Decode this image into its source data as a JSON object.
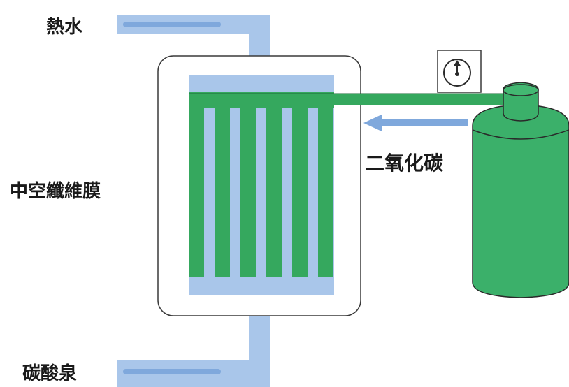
{
  "labels": {
    "hot_water": "熱水",
    "membrane": "中空纖維膜",
    "co2": "二氧化碳",
    "carbonated_spring": "碳酸泉"
  },
  "colors": {
    "pipe_blue": "#a9c6ea",
    "arrow_blue": "#7fa8dc",
    "membrane_green": "#35a85e",
    "cylinder_green": "#3bb06a",
    "outline": "#2a2a2a",
    "housing_stroke": "#3a3a3a"
  },
  "icons": {
    "gauge": "pressure-gauge-icon",
    "cylinder": "gas-cylinder-icon"
  }
}
